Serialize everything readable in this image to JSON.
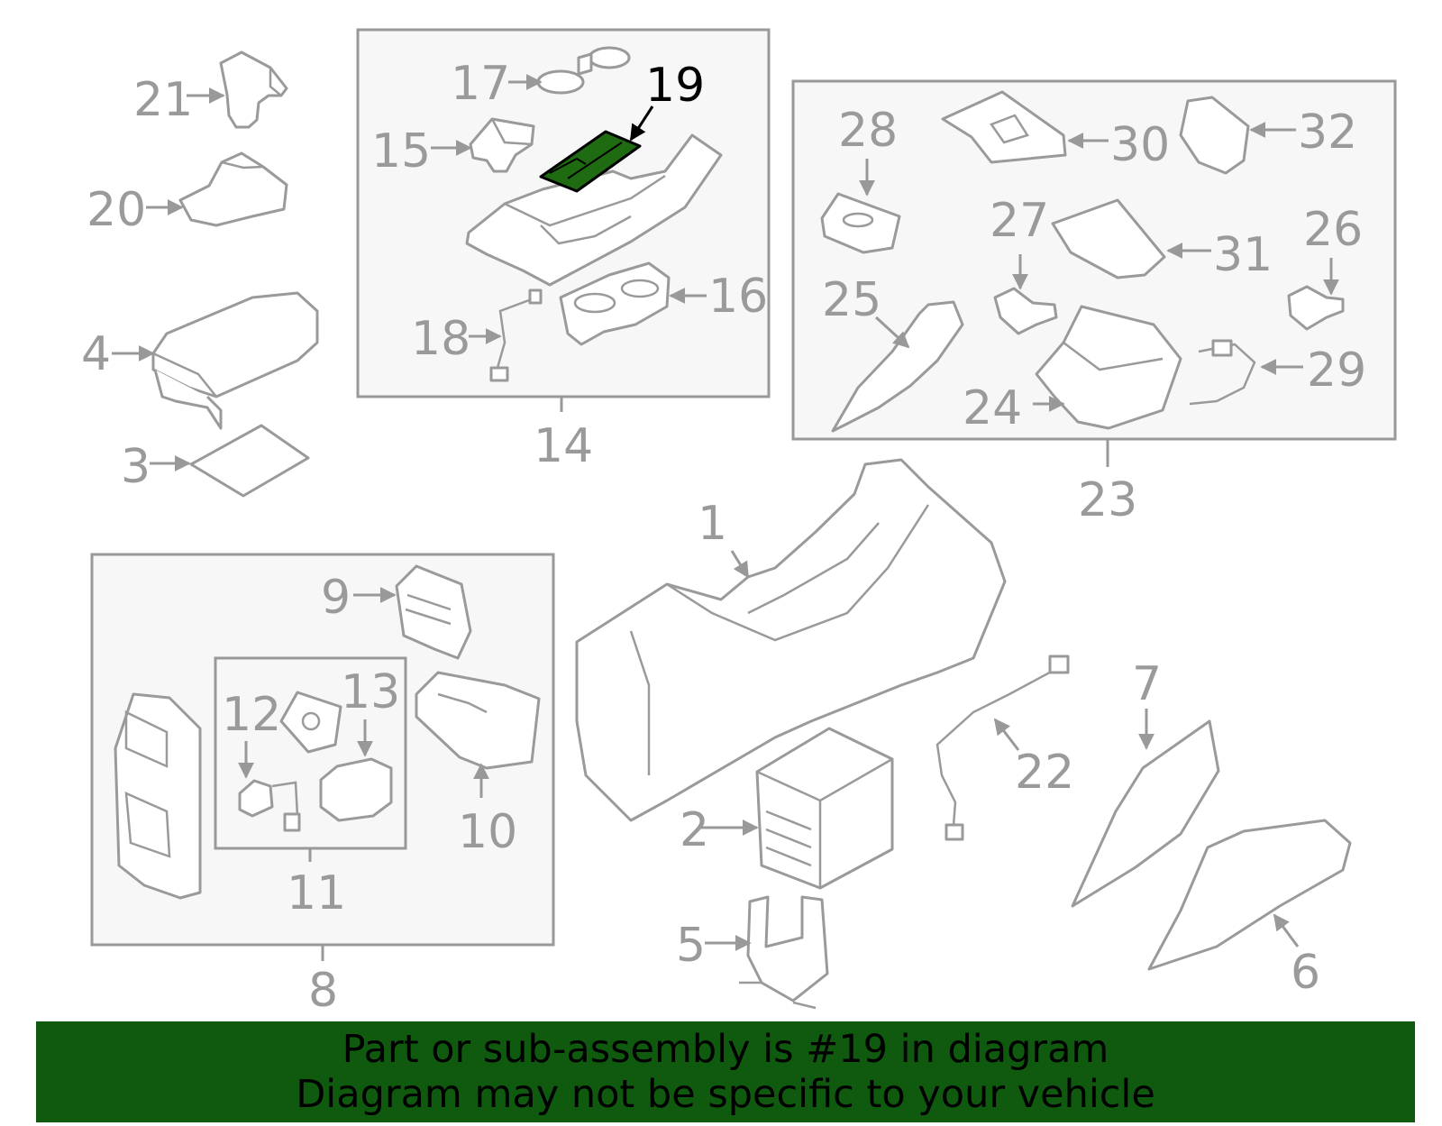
{
  "diagram": {
    "highlighted_part": "19",
    "highlight_color": "#1f6b12",
    "callouts": {
      "c1": "1",
      "c2": "2",
      "c3": "3",
      "c4": "4",
      "c5": "5",
      "c6": "6",
      "c7": "7",
      "c8": "8",
      "c9": "9",
      "c10": "10",
      "c11": "11",
      "c12": "12",
      "c13": "13",
      "c14": "14",
      "c15": "15",
      "c16": "16",
      "c17": "17",
      "c18": "18",
      "c19": "19",
      "c20": "20",
      "c21": "21",
      "c22": "22",
      "c23": "23",
      "c24": "24",
      "c25": "25",
      "c26": "26",
      "c27": "27",
      "c28": "28",
      "c29": "29",
      "c30": "30",
      "c31": "31",
      "c32": "32"
    }
  },
  "banner": {
    "line1": "Part or sub-assembly is #19 in diagram",
    "line2": "Diagram may not be specific to your vehicle",
    "background": "#0f5a0f"
  }
}
